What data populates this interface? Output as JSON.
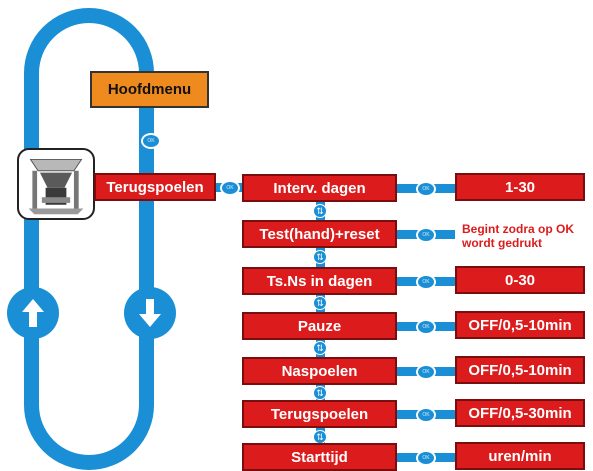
{
  "colors": {
    "loop": "#1a8fd6",
    "box": "#dc1c1c",
    "menu": "#ef8a1f",
    "note": "#dc1c1c"
  },
  "menu": {
    "label": "Hoofdmenu"
  },
  "main_item": {
    "label": "Terugspoelen"
  },
  "button_text": "OK",
  "steps": [
    {
      "label": "Interv. dagen",
      "value": "1-30"
    },
    {
      "label": "Test(hand)+reset",
      "note": "Begint zodra op OK wordt gedrukt"
    },
    {
      "label": "Ts.Ns in dagen",
      "value": "0-30"
    },
    {
      "label": "Pauze",
      "value": "OFF/0,5-10min"
    },
    {
      "label": "Naspoelen",
      "value": "OFF/0,5-10min"
    },
    {
      "label": "Terugspoelen",
      "value": "OFF/0,5-30min"
    },
    {
      "label": "Starttijd",
      "value": "uren/min"
    }
  ],
  "icons": [
    "up-arrow-icon",
    "down-arrow-icon",
    "device-icon",
    "ok-button-icon",
    "updown-icon"
  ]
}
